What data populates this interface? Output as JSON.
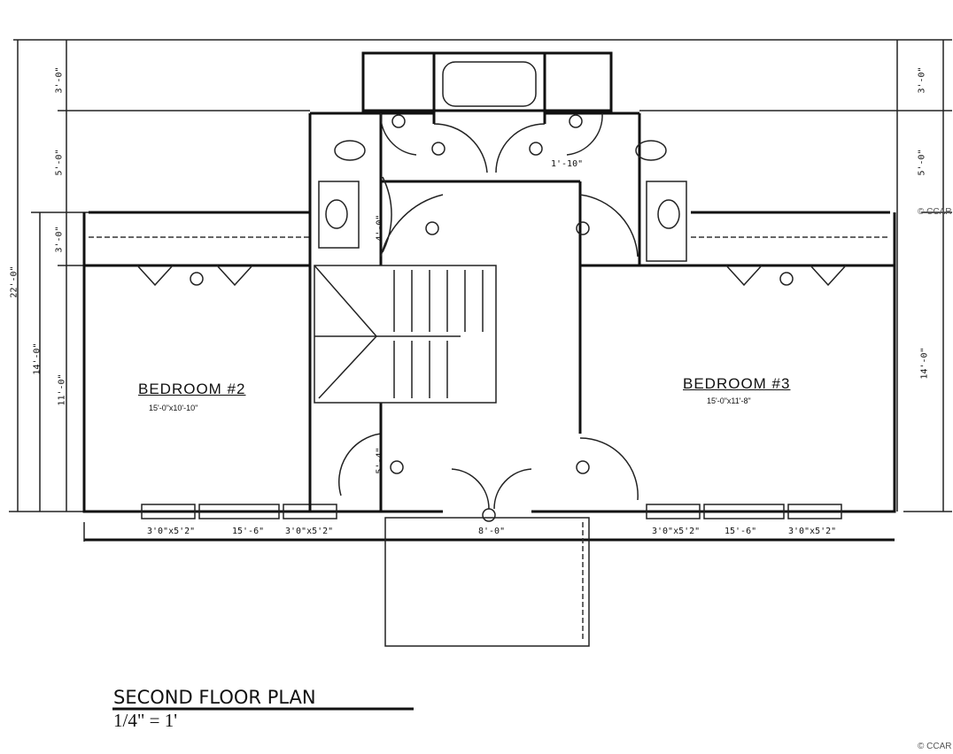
{
  "title": "SECOND FLOOR PLAN",
  "scale": "1/4\" = 1'",
  "rooms": [
    {
      "name": "BEDROOM #2",
      "size": "15'-0\"x10'-10\""
    },
    {
      "name": "BEDROOM #3",
      "size": "15'-0\"x11'-8\""
    }
  ],
  "dimensions": {
    "left_total": "22'-0\"",
    "left_bedroom": "14'-0\"",
    "left_segments": [
      "3'-0\"",
      "5'-0\"",
      "3'-0\"",
      "11'-0\""
    ],
    "right_segments": [
      "3'-0\"",
      "5'-0\"",
      "14'-0\""
    ],
    "bottom_left": [
      "3'0\"x5'2\"",
      "15'-6\"",
      "3'0\"x5'2\""
    ],
    "bottom_center": "8'-0\"",
    "bottom_right": [
      "3'0\"x5'2\"",
      "15'-6\"",
      "3'0\"x5'2\""
    ],
    "hall": "1'-10\"",
    "bath_door": "4'-0\"",
    "entry": "5'-4\""
  },
  "watermark": "© CCAR"
}
